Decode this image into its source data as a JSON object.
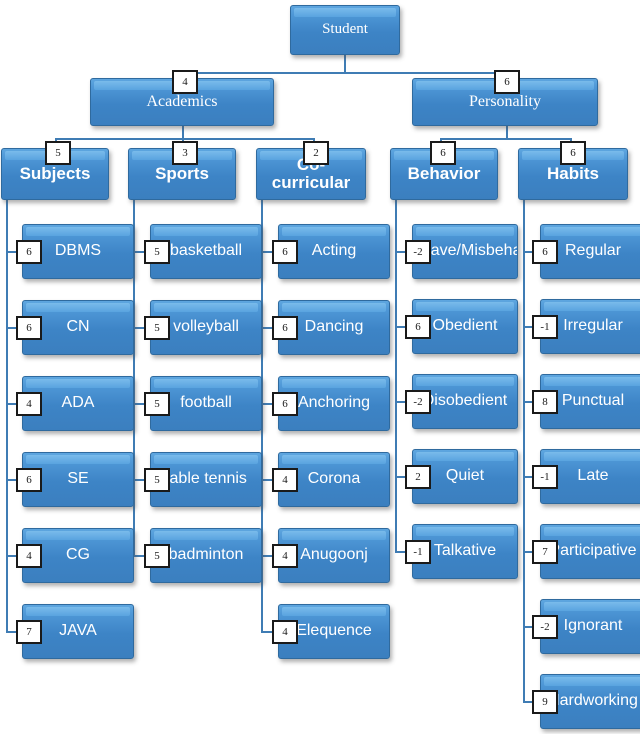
{
  "diagram": {
    "title": "Student",
    "type": "hierarchy-tree",
    "root": {
      "label": "Student",
      "badge": null
    },
    "level2": [
      {
        "label": "Academics",
        "badge": "4"
      },
      {
        "label": "Personality",
        "badge": "6"
      }
    ],
    "level3": [
      {
        "label": "Subjects",
        "badge": "5",
        "parent": "Academics"
      },
      {
        "label": "Sports",
        "badge": "3",
        "parent": "Academics"
      },
      {
        "label": "Co-curricular",
        "badge": "2",
        "parent": "Academics"
      },
      {
        "label": "Behavior",
        "badge": "6",
        "parent": "Personality"
      },
      {
        "label": "Habits",
        "badge": "6",
        "parent": "Personality"
      }
    ],
    "columns": [
      {
        "parent": "Subjects",
        "leaves": [
          {
            "label": "DBMS",
            "badge": "6"
          },
          {
            "label": "CN",
            "badge": "6"
          },
          {
            "label": "ADA",
            "badge": "4"
          },
          {
            "label": "SE",
            "badge": "6"
          },
          {
            "label": "CG",
            "badge": "4"
          },
          {
            "label": "JAVA",
            "badge": "7"
          }
        ]
      },
      {
        "parent": "Sports",
        "leaves": [
          {
            "label": "basketball",
            "badge": "5"
          },
          {
            "label": "volleyball",
            "badge": "5"
          },
          {
            "label": "football",
            "badge": "5"
          },
          {
            "label": "table tennis",
            "badge": "5"
          },
          {
            "label": "badminton",
            "badge": "5"
          }
        ]
      },
      {
        "parent": "Co-curricular",
        "leaves": [
          {
            "label": "Acting",
            "badge": "6"
          },
          {
            "label": "Dancing",
            "badge": "6"
          },
          {
            "label": "Anchoring",
            "badge": "6"
          },
          {
            "label": "Corona",
            "badge": "4"
          },
          {
            "label": "Anugoonj",
            "badge": "4"
          },
          {
            "label": "Elequence",
            "badge": "4"
          }
        ]
      },
      {
        "parent": "Behavior",
        "leaves": [
          {
            "label": "Misbehave/Misbehaving",
            "badge": "-2"
          },
          {
            "label": "Obedient",
            "badge": "6"
          },
          {
            "label": "Disobedient",
            "badge": "-2"
          },
          {
            "label": "Quiet",
            "badge": "2"
          },
          {
            "label": "Talkative",
            "badge": "-1"
          }
        ]
      },
      {
        "parent": "Habits",
        "leaves": [
          {
            "label": "Regular",
            "badge": "6"
          },
          {
            "label": "Irregular",
            "badge": "-1"
          },
          {
            "label": "Punctual",
            "badge": "8"
          },
          {
            "label": "Late",
            "badge": "-1"
          },
          {
            "label": "Participative",
            "badge": "7"
          },
          {
            "label": "Ignorant",
            "badge": "-2"
          },
          {
            "label": "Hardworking",
            "badge": "9"
          }
        ]
      }
    ],
    "colors": {
      "node_fill": "#3d84c6",
      "node_border": "#2f6a9e",
      "node_highlight": "#7bbcec",
      "connector": "#3f7cb4",
      "badge_bg": "#ffffff",
      "badge_border": "#1a1a1a",
      "label_text": "#ffffff"
    }
  }
}
